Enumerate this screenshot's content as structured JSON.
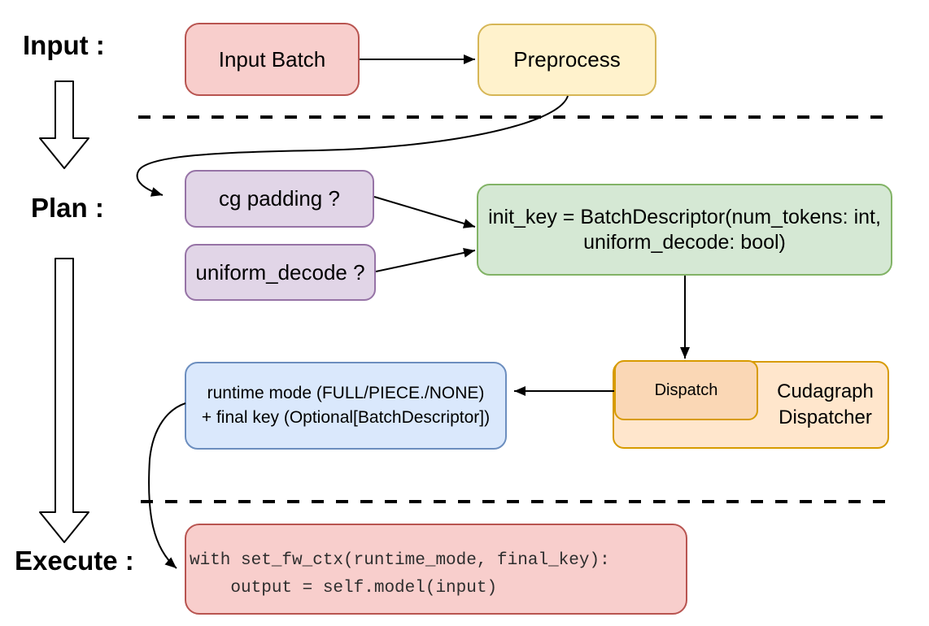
{
  "diagram": {
    "labels": {
      "input": "Input :",
      "plan": "Plan :",
      "execute": "Execute :"
    },
    "nodes": {
      "input_batch": {
        "label": "Input Batch"
      },
      "preprocess": {
        "label": "Preprocess"
      },
      "cg_padding": {
        "label": "cg padding ?"
      },
      "uniform_decode": {
        "label": "uniform_decode ?"
      },
      "init_key": {
        "line1": "init_key = BatchDescriptor(num_tokens: int,",
        "line2": "uniform_decode: bool)"
      },
      "runtime_mode": {
        "line1": "runtime mode (FULL/PIECE./NONE)",
        "line2": "+ final key (Optional[BatchDescriptor])"
      },
      "dispatch": {
        "label": "Dispatch"
      },
      "cudagraph_dispatcher": {
        "label": "Cudagraph Dispatcher"
      },
      "execute_code": {
        "line1": "with set_fw_ctx(runtime_mode, final_key):",
        "line2": "    output = self.model(input)"
      }
    },
    "colors": {
      "red_fill": "#f8cecc",
      "red_stroke": "#b85450",
      "yellow_fill": "#fff2cc",
      "yellow_stroke": "#d6b656",
      "purple_fill": "#e1d5e7",
      "purple_stroke": "#9673a6",
      "green_fill": "#d5e8d4",
      "green_stroke": "#82b366",
      "blue_fill": "#dae8fc",
      "blue_stroke": "#6c8ebf",
      "orange_fill": "#ffe6cc",
      "orange_stroke": "#d79b00",
      "dispatch_fill": "#fad7b5",
      "connector": "#000000"
    }
  }
}
